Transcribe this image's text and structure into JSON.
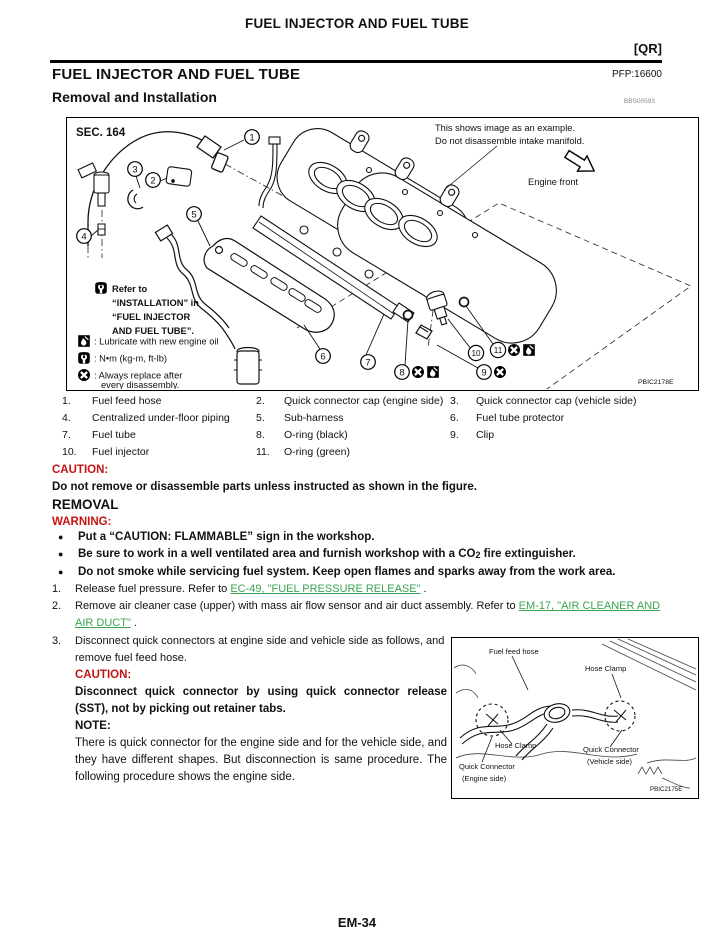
{
  "page": {
    "top_title": "FUEL INJECTOR AND FUEL TUBE",
    "qr_tag": "[QR]",
    "section_title": "FUEL INJECTOR AND FUEL TUBE",
    "pfp_code": "PFP:16600",
    "subsection_title": "Removal and Installation",
    "doc_code": "BBS00593",
    "footer_page": "EM-34"
  },
  "colors": {
    "caution_red": "#c41414",
    "link_green": "#3aa34f"
  },
  "figure1": {
    "sec_label": "SEC. 164",
    "note_line1": "This shows image as an example.",
    "note_line2": "Do not disassemble intake manifold.",
    "engine_front": "Engine front",
    "refer_line1": "Refer to",
    "refer_line2": "“INSTALLATION” in",
    "refer_line3": "“FUEL INJECTOR",
    "refer_line4": "AND FUEL TUBE”.",
    "legend_oil": ": Lubricate with new engine oil",
    "legend_torque": ": N•m (kg-m, ft-lb)",
    "legend_replace1": ": Always replace after",
    "legend_replace2": "every disassembly.",
    "image_code": "PBIC2178E",
    "callouts": [
      "1",
      "2",
      "3",
      "4",
      "5",
      "6",
      "7",
      "8",
      "9",
      "10",
      "11"
    ]
  },
  "parts": {
    "items": [
      {
        "num": "1.",
        "label": "Fuel feed hose"
      },
      {
        "num": "2.",
        "label": "Quick connector cap (engine side)"
      },
      {
        "num": "3.",
        "label": "Quick connector cap (vehicle side)"
      },
      {
        "num": "4.",
        "label": "Centralized under-floor piping"
      },
      {
        "num": "5.",
        "label": "Sub-harness"
      },
      {
        "num": "6.",
        "label": "Fuel tube protector"
      },
      {
        "num": "7.",
        "label": "Fuel tube"
      },
      {
        "num": "8.",
        "label": "O-ring (black)"
      },
      {
        "num": "9.",
        "label": "Clip"
      },
      {
        "num": "10.",
        "label": "Fuel injector"
      },
      {
        "num": "11.",
        "label": "O-ring (green)"
      }
    ]
  },
  "caution_top": {
    "label": "CAUTION:",
    "text": "Do not remove or disassemble parts unless instructed as shown in the figure."
  },
  "removal": {
    "heading": "REMOVAL",
    "warning_label": "WARNING:",
    "bullets": [
      {
        "dot": "●",
        "pre": "Put a “CAUTION: FLAMMABLE” sign in the workshop.",
        "sub": "",
        "post": ""
      },
      {
        "dot": "●",
        "pre": "Be sure to work in a well ventilated area and furnish workshop with a CO",
        "sub": "2",
        "post": " fire extinguisher."
      },
      {
        "dot": "●",
        "pre": "Do not smoke while servicing fuel system. Keep open flames and sparks away from the work area.",
        "sub": "",
        "post": ""
      }
    ],
    "steps": [
      {
        "num": "1.",
        "pre": "Release fuel pressure. Refer to ",
        "link": "EC-49, \"FUEL PRESSURE RELEASE\"",
        "post": " ."
      },
      {
        "num": "2.",
        "pre": "Remove air cleaner case (upper) with mass air flow sensor and air duct assembly. Refer to ",
        "link": "EM-17, \"AIR CLEANER AND AIR DUCT\"",
        "post": " ."
      }
    ],
    "step3": {
      "num": "3.",
      "text": "Disconnect quick connectors at engine side and vehicle side as follows, and remove fuel feed hose.",
      "caution_label": "CAUTION:",
      "caution_text": "Disconnect quick connector by using quick connector release (SST), not by picking out retainer tabs.",
      "note_label": "NOTE:",
      "note_text": "There is quick connector for the engine side and for the vehicle side, and they have different shapes. But disconnection is same procedure. The following procedure shows the engine side."
    }
  },
  "figure2": {
    "fuel_feed_hose": "Fuel feed hose",
    "hose_clamp_top": "Hose Clamp",
    "hose_clamp_bottom": "Hose Clamp",
    "qc_vehicle1": "Quick Connector",
    "qc_vehicle2": "(Vehicle side)",
    "qc_engine1": "Quick Connector",
    "qc_engine2": "(Engine side)",
    "image_code": "PBIC2175E"
  }
}
